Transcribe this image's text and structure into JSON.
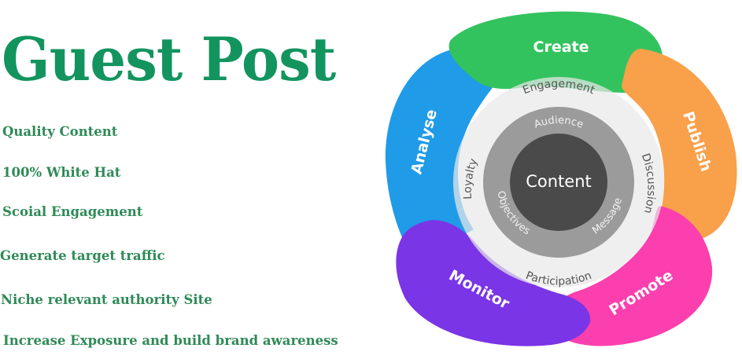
{
  "title": "Guest Post",
  "features": [
    "Quality Content",
    "100% White Hat",
    "Scoial Engagement",
    "Generate target traffic",
    "Niche relevant authority Site",
    "Increase Exposure and build brand awareness"
  ],
  "cycle": {
    "center": "Content",
    "petals": [
      {
        "label": "Create",
        "color": "#33c35e"
      },
      {
        "label": "Publish",
        "color": "#f9a04a"
      },
      {
        "label": "Promote",
        "color": "#fb3fae"
      },
      {
        "label": "Monitor",
        "color": "#7a35e6"
      },
      {
        "label": "Analyse",
        "color": "#1f9be8"
      }
    ],
    "outer_ring": [
      "Engagement",
      "Discussion",
      "Participation",
      "Loyalty"
    ],
    "inner_ring": [
      "Audience",
      "Message",
      "Objectives"
    ]
  },
  "colors": {
    "title": "#13945f",
    "feature_text": "#2f8a57",
    "center_disc": "#4a4a4a",
    "middle_ring": "#9b9b9b",
    "outer_ring": "#e9e9e9"
  }
}
